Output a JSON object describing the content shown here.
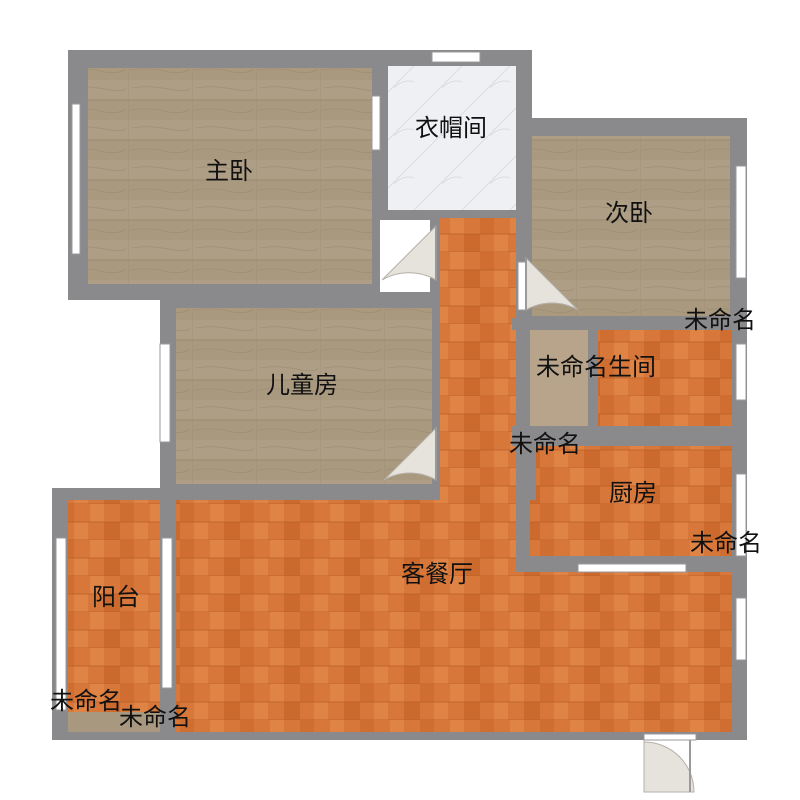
{
  "rooms": {
    "master_bedroom": "主卧",
    "cloakroom": "衣帽间",
    "second_bedroom": "次卧",
    "kids_room": "儿童房",
    "bathroom": "未命名生间",
    "kitchen": "厨房",
    "living_dining": "客餐厅",
    "balcony": "阳台"
  },
  "unnamed": {
    "label_a": "未命名",
    "label_b": "未命名",
    "label_c": "未命名",
    "label_d": "未命名",
    "label_e": "未命名"
  },
  "colors": {
    "wall": "#8a8a8c",
    "wood_floor": "#a8987f",
    "orange_floor": "#d9783a",
    "tile": "#f0f0f2",
    "window": "#ffffff",
    "door_swing": "#e6e2dc"
  }
}
